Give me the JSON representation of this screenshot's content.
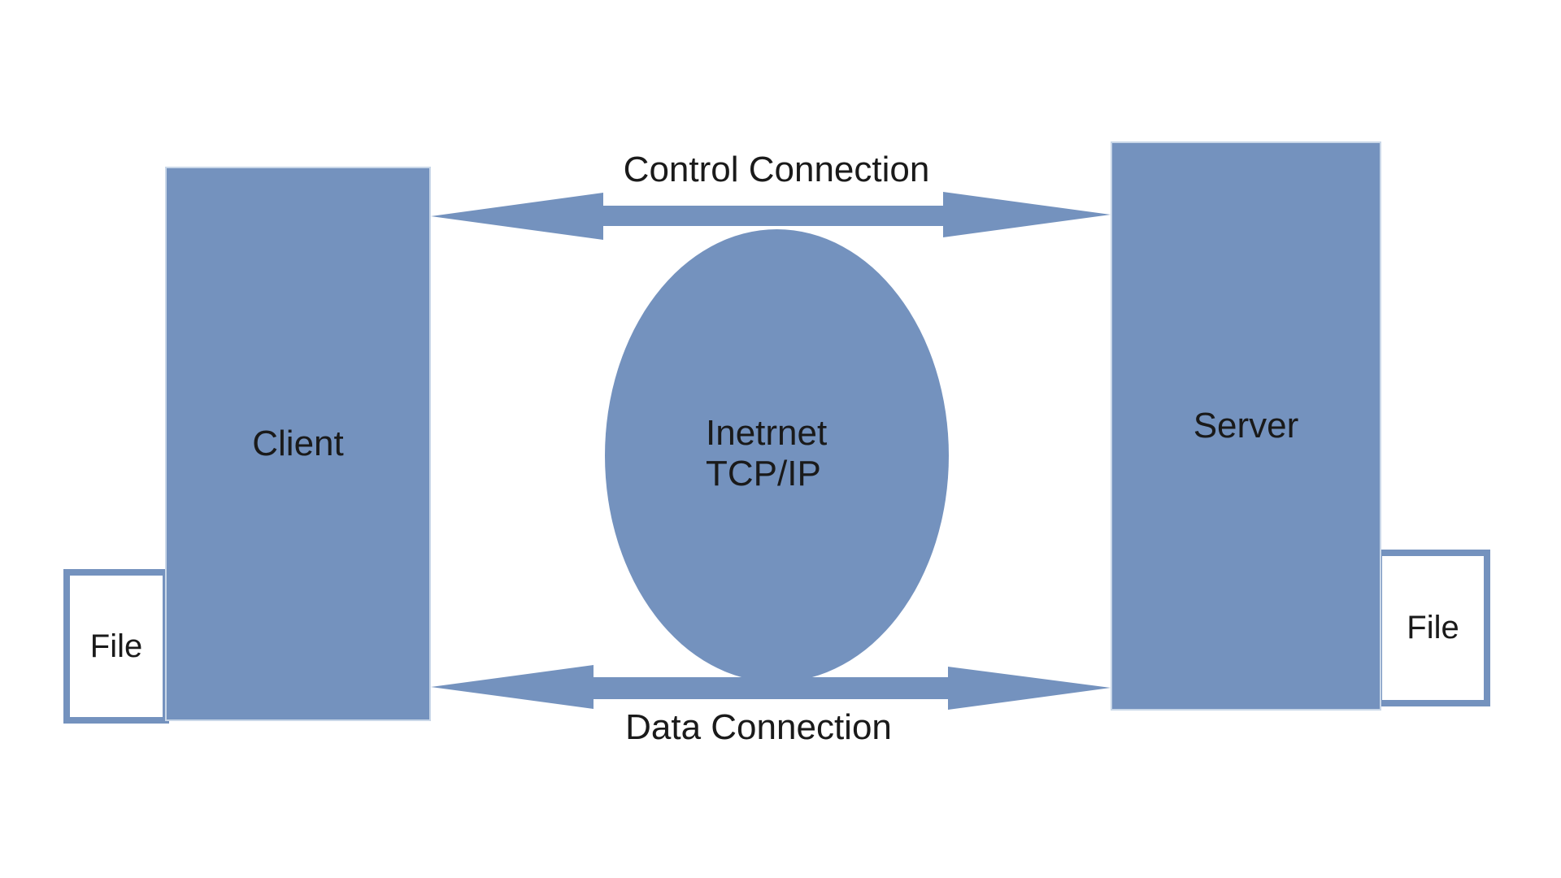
{
  "diagram": {
    "client": {
      "label": "Client"
    },
    "server": {
      "label": "Server"
    },
    "internet": {
      "line1": "Inetrnet",
      "line2": "TCP/IP"
    },
    "connections": {
      "control_label": "Control Connection",
      "data_label": "Data Connection"
    },
    "files": {
      "left_label": "File",
      "right_label": "File"
    }
  },
  "colors": {
    "shape_fill": "#7492be",
    "rect_edge": "#c9d7e8",
    "file_fill": "#ffffff",
    "text": "#1a1a1a",
    "background": "#ffffff"
  }
}
